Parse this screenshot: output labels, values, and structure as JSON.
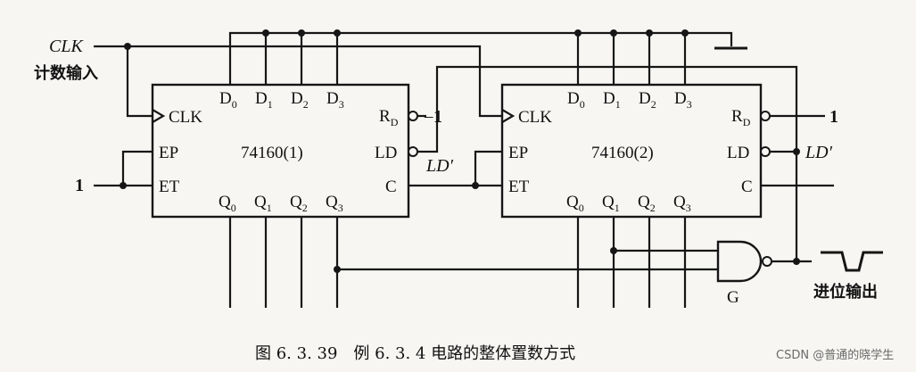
{
  "clk_label": "CLK",
  "count_input_label": "计数输入",
  "const_one": "1",
  "ld_prime": "LD′",
  "carry_out_label": "进位输出",
  "gate_label": "G",
  "caption": "图 6. 3. 39　例 6. 3. 4 电路的整体置数方式",
  "watermark": "CSDN @普通的晓学生",
  "chip1": {
    "name": "74160(1)",
    "inputs": [
      "D",
      "D",
      "D",
      "D"
    ],
    "outputs": [
      "Q",
      "Q",
      "Q",
      "Q"
    ],
    "subs": [
      "0",
      "1",
      "2",
      "3"
    ],
    "clk": "CLK",
    "ep": "EP",
    "et": "ET",
    "rd": "R",
    "rd_sub": "D",
    "ld": "LD",
    "c": "C"
  },
  "chip2": {
    "name": "74160(2)",
    "inputs": [
      "D",
      "D",
      "D",
      "D"
    ],
    "outputs": [
      "Q",
      "Q",
      "Q",
      "Q"
    ],
    "subs": [
      "0",
      "1",
      "2",
      "3"
    ],
    "clk": "CLK",
    "ep": "EP",
    "et": "ET",
    "rd": "R",
    "rd_sub": "D",
    "ld": "LD",
    "c": "C"
  }
}
